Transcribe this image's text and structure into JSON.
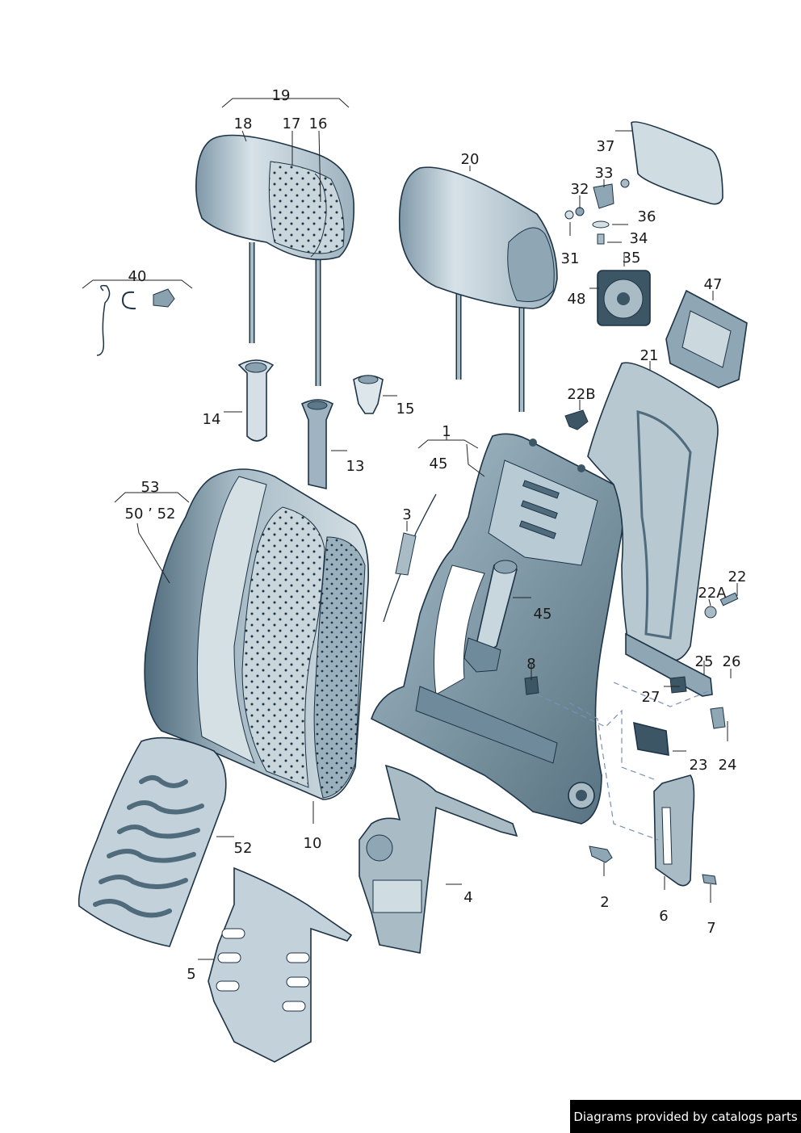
{
  "callouts": {
    "c19": "19",
    "c18": "18",
    "c17": "17",
    "c16": "16",
    "c20": "20",
    "c37": "37",
    "c33": "33",
    "c32": "32",
    "c36": "36",
    "c34": "34",
    "c31": "31",
    "c35": "35",
    "c48": "48",
    "c47": "47",
    "c40": "40",
    "c21": "21",
    "c22B": "22B",
    "c14": "14",
    "c15": "15",
    "c1": "1",
    "c45a": "45",
    "c13": "13",
    "c53": "53",
    "c5052": "50 ’ 52",
    "c3": "3",
    "c22": "22",
    "c22A": "22A",
    "c45b": "45",
    "c25": "25",
    "c26": "26",
    "c8": "8",
    "c27": "27",
    "c23": "23",
    "c24": "24",
    "c10": "10",
    "c52": "52",
    "c2": "2",
    "c4": "4",
    "c6": "6",
    "c7": "7",
    "c5": "5"
  },
  "credit": "Diagrams provided by catalogs parts",
  "colors": {
    "shell": "#8fa7b5",
    "light": "#d6e1e6",
    "mid": "#a9bcc6",
    "dark": "#3d5666",
    "outline": "#1d3346",
    "paper": "#ffffff"
  }
}
